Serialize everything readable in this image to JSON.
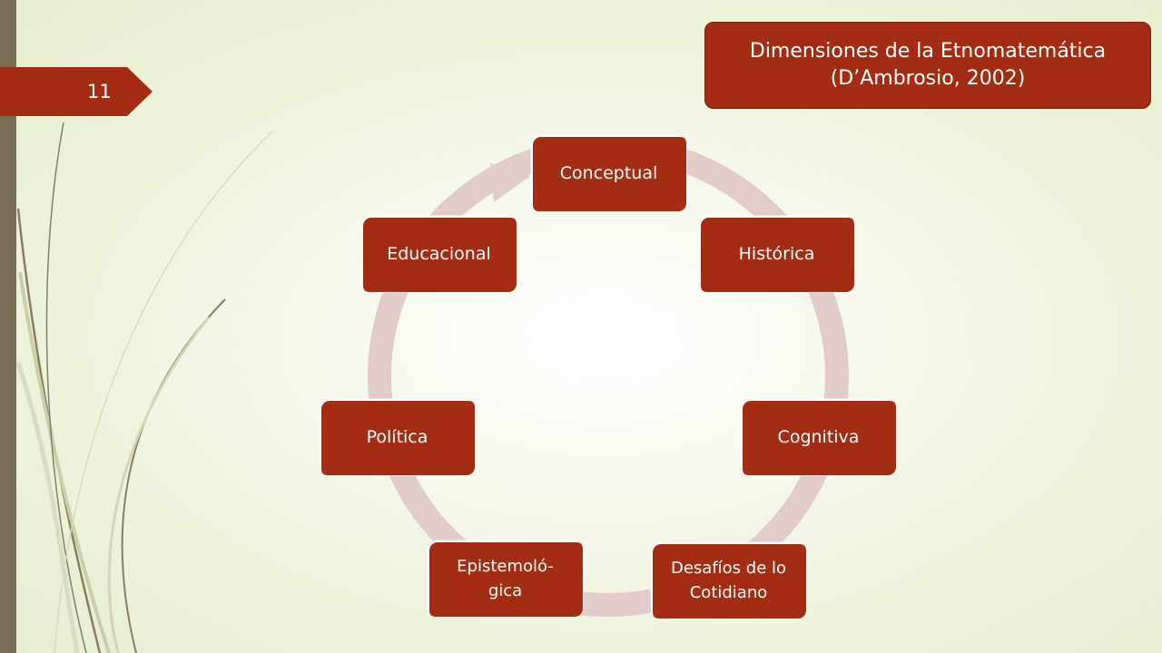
{
  "slide": {
    "page_number": "11",
    "title_line1": "Dimensiones de la Etnomatemática",
    "title_line2": "(D’Ambrosio, 2002)"
  },
  "colors": {
    "box_fill": "#a42c12",
    "cycle_ring": "#e2cccb",
    "left_bar": "#7a6e55"
  },
  "diagram": {
    "type": "cycle",
    "nodes": [
      {
        "id": "conceptual",
        "label": "Conceptual"
      },
      {
        "id": "historica",
        "label": "Histórica"
      },
      {
        "id": "cognitiva",
        "label": "Cognitiva"
      },
      {
        "id": "desafios",
        "label": "Desafíos de lo Cotidiano"
      },
      {
        "id": "epistemologica",
        "label": "Epistemoló-gica"
      },
      {
        "id": "politica",
        "label": "Política"
      },
      {
        "id": "educacional",
        "label": "Educacional"
      }
    ]
  }
}
